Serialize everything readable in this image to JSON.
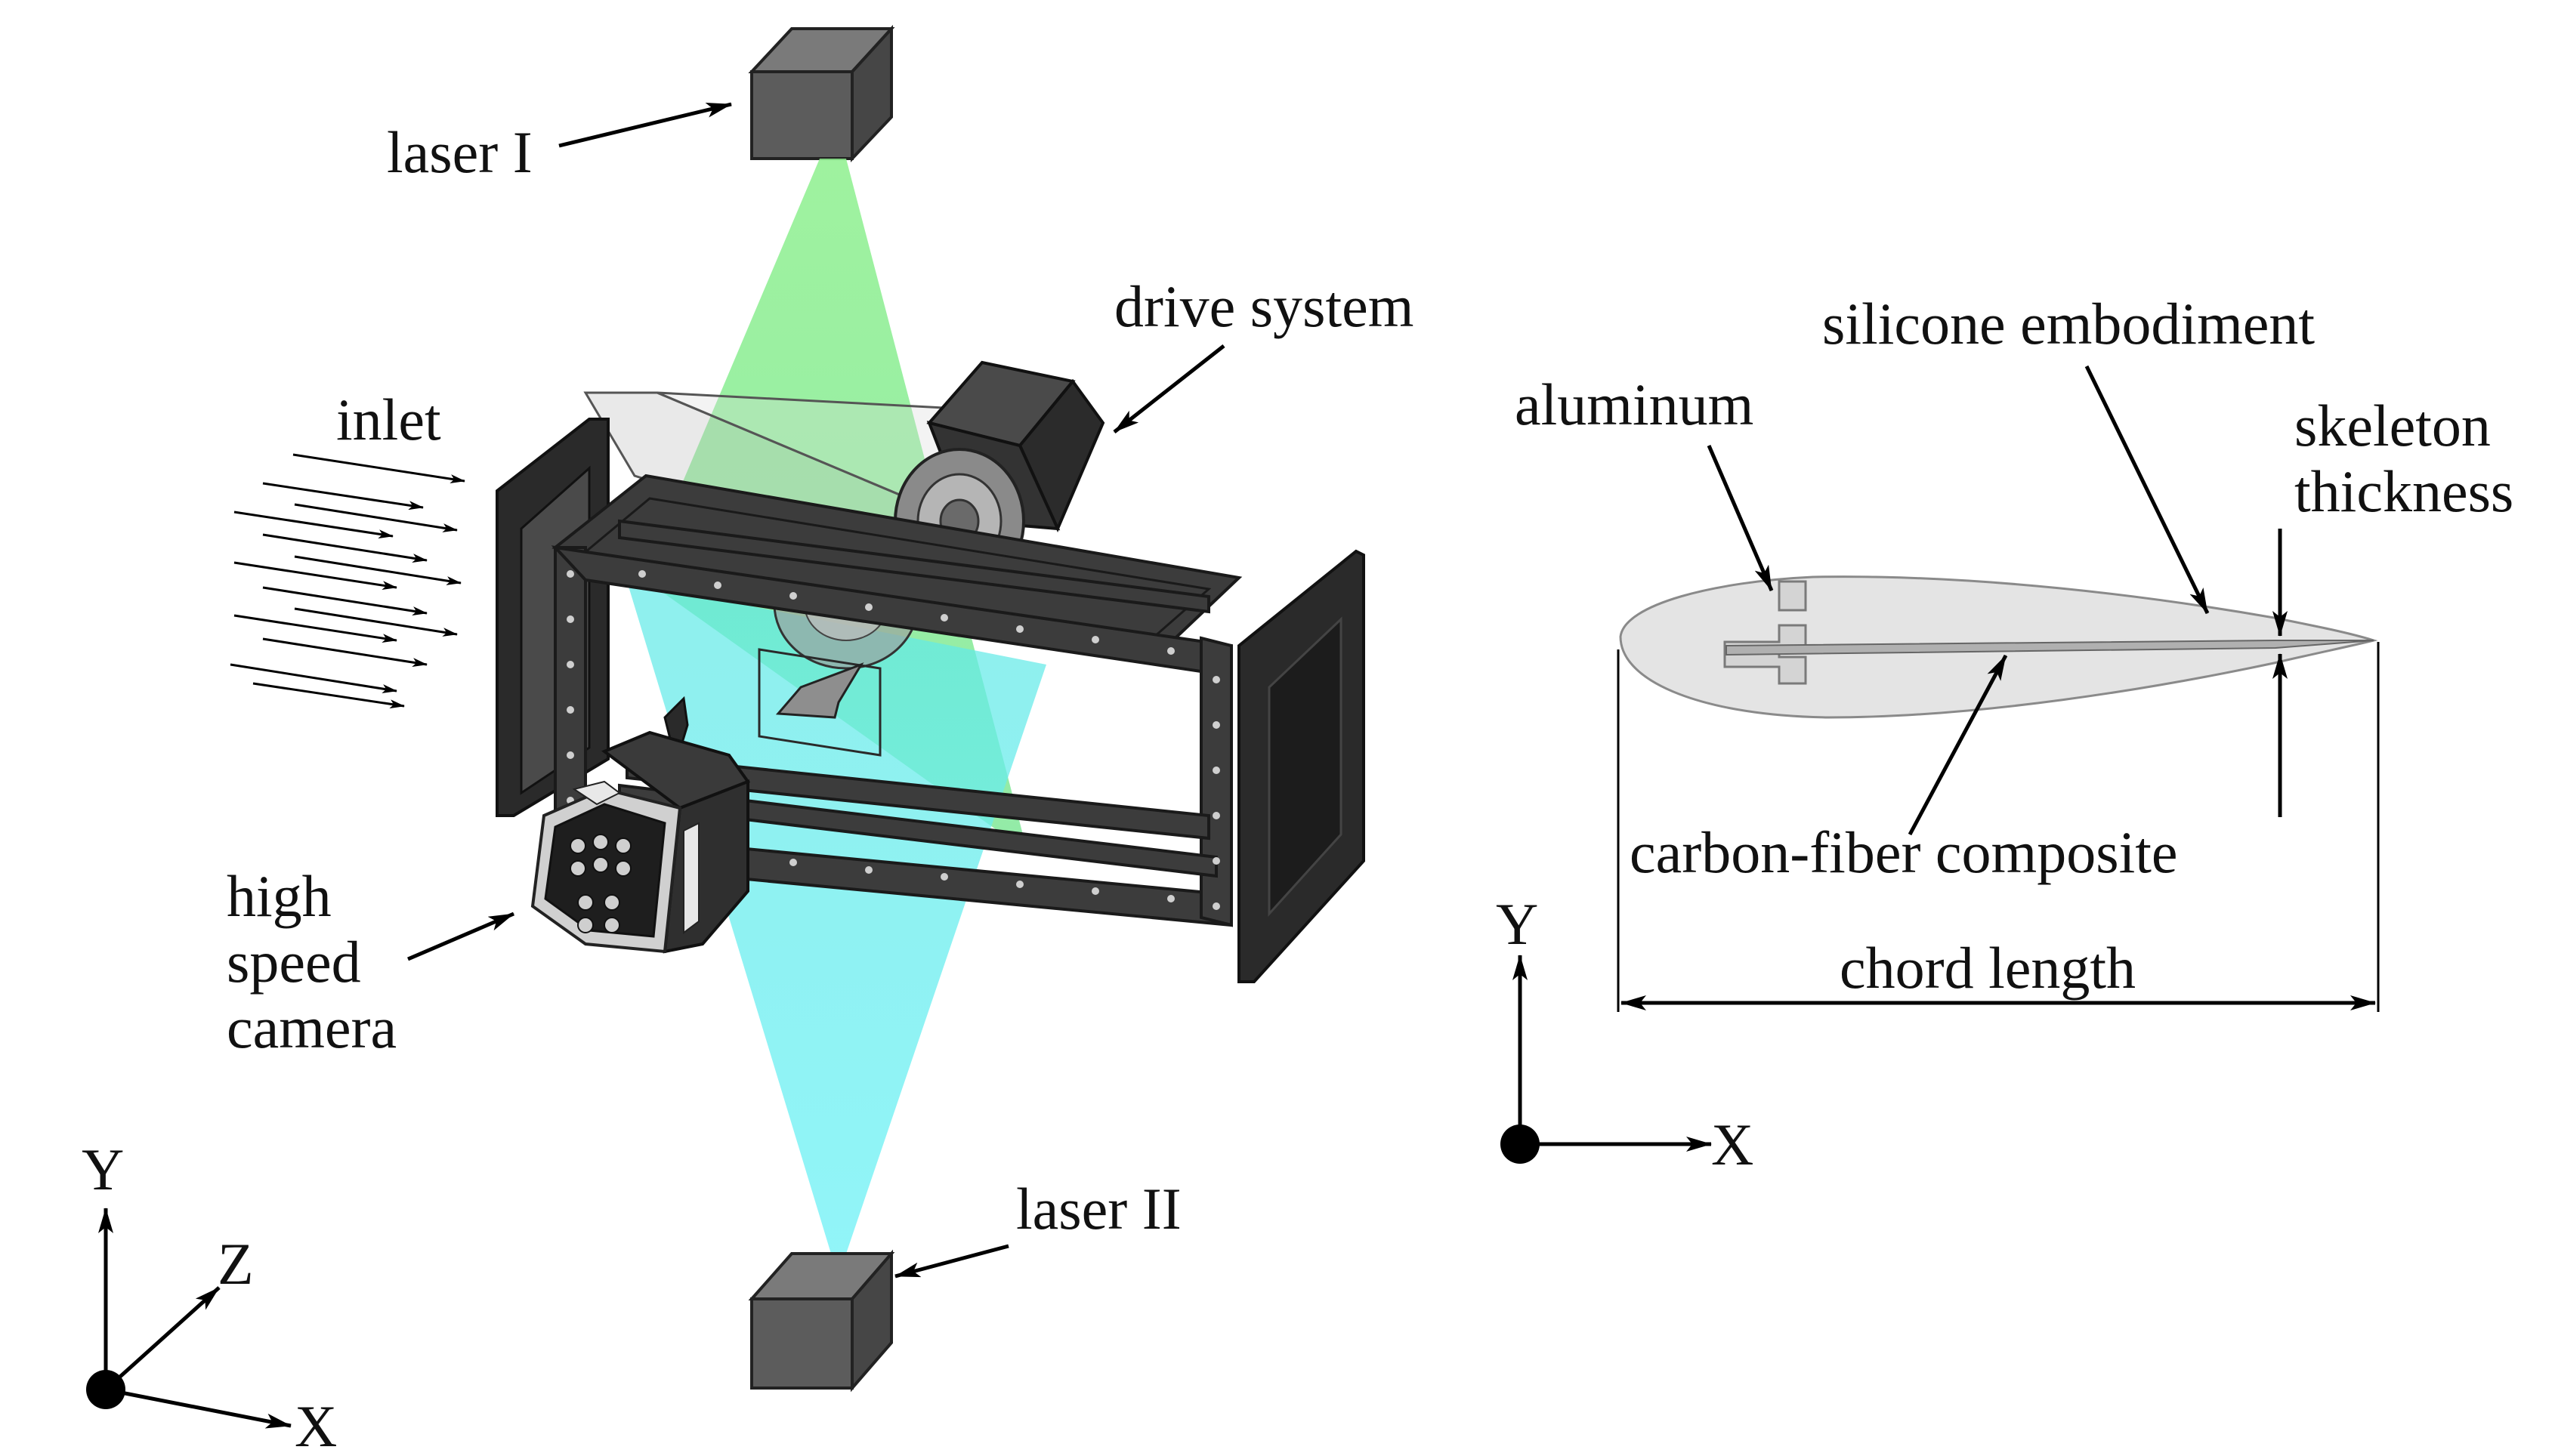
{
  "labels": {
    "laser_1": "laser I",
    "laser_2": "laser II",
    "drive_system": "drive system",
    "inlet": "inlet",
    "camera_line1": "high",
    "camera_line2": "speed",
    "camera_line3": "camera",
    "axis3d_y": "Y",
    "axis3d_z": "Z",
    "axis3d_x": "X",
    "silicone": "silicone embodiment",
    "aluminum": "aluminum",
    "skeleton_line1": "skeleton",
    "skeleton_line2": "thickness",
    "carbon": "carbon-fiber composite",
    "chord": "chord length",
    "axis2d_y": "Y",
    "axis2d_x": "X"
  },
  "colors": {
    "sheet_green": "#7fe87f",
    "sheet_cyan": "#6ff0f4",
    "foil_fill": "#e3e3e3",
    "frame": "#3c3c3c",
    "laser_box": "#5c5c5c"
  }
}
